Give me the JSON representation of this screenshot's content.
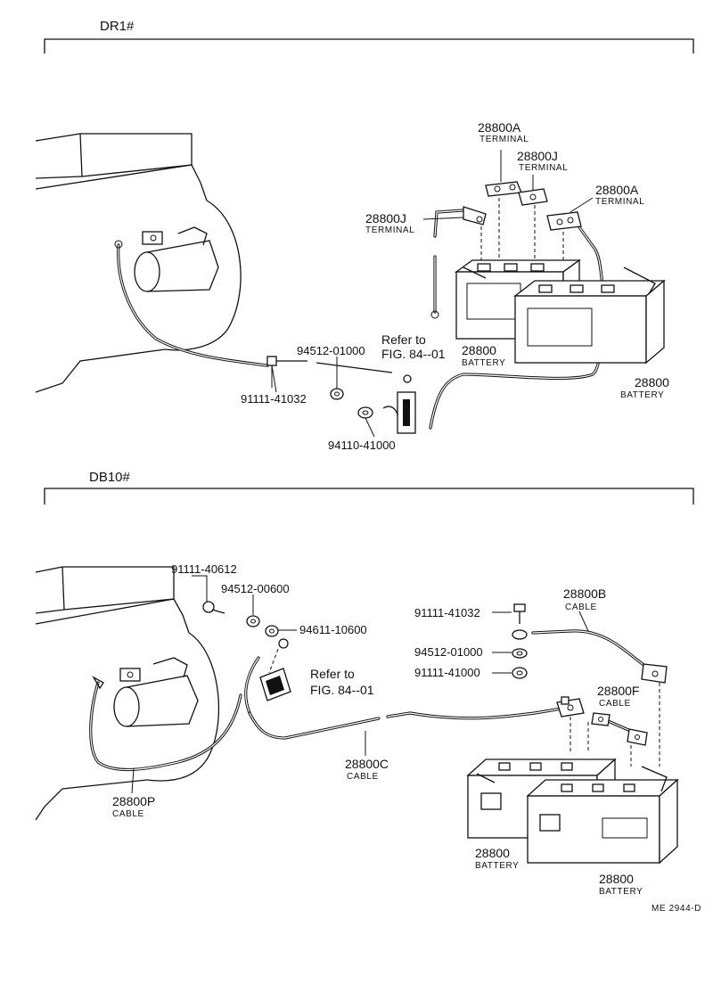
{
  "sections": {
    "top": {
      "title": "DR1#",
      "labels": {
        "terminal_a1_pn": "28800A",
        "terminal_a1_nm": "TERMINAL",
        "terminal_j1_pn": "28800J",
        "terminal_j1_nm": "TERMINAL",
        "terminal_a2_pn": "28800A",
        "terminal_a2_nm": "TERMINAL",
        "terminal_j2_pn": "28800J",
        "terminal_j2_nm": "TERMINAL",
        "refer_line1": "Refer to",
        "refer_line2": "FIG. 84--01",
        "battery1_pn": "28800",
        "battery1_nm": "BATTERY",
        "battery2_pn": "28800",
        "battery2_nm": "BATTERY",
        "washer_pn": "94512-01000",
        "bolt_pn": "91111-41032",
        "nut_pn": "94110-41000"
      }
    },
    "bottom": {
      "title": "DB10#",
      "labels": {
        "bolt_pn": "91111-40612",
        "washer_pn": "94512-00600",
        "nut_pn": "94611-10600",
        "refer_line1": "Refer to",
        "refer_line2": "FIG. 84--01",
        "cable_p_pn": "28800P",
        "cable_p_nm": "CABLE",
        "cable_c_pn": "28800C",
        "cable_c_nm": "CABLE",
        "cable_b_pn": "28800B",
        "cable_b_nm": "CABLE",
        "bolt2_pn": "91111-41032",
        "washer2_pn": "94512-01000",
        "nut2_pn": "91111-41000",
        "cable_f_pn": "28800F",
        "cable_f_nm": "CABLE",
        "battery1_pn": "28800",
        "battery1_nm": "BATTERY",
        "battery2_pn": "28800",
        "battery2_nm": "BATTERY"
      }
    }
  },
  "footer_code": "ME 2944-D"
}
